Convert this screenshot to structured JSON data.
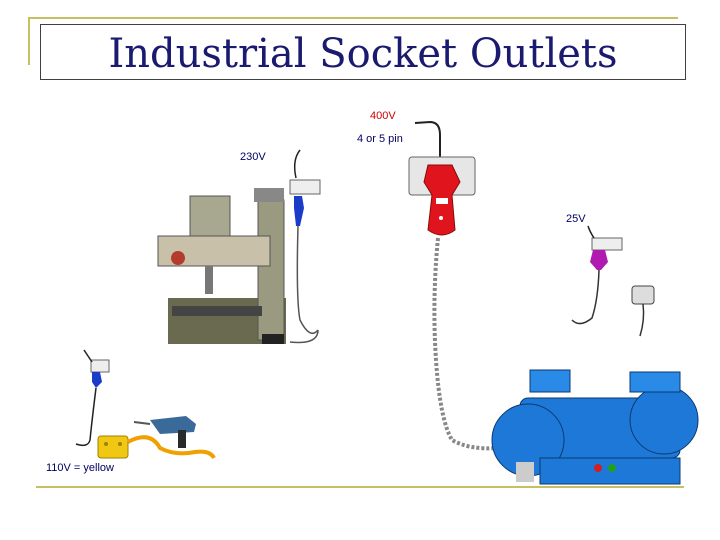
{
  "slide": {
    "title": "Industrial Socket Outlets",
    "labels": {
      "v400": "400V",
      "pins": "4 or 5 pin",
      "v230": "230V",
      "v25": "25V",
      "v110": "110V = yellow"
    },
    "colors": {
      "title": "#1a1a70",
      "accent_line": "#c8c060",
      "red_plug": "#e0141c",
      "blue_plug": "#1a3cc8",
      "purple_plug": "#b01ab0",
      "yellow_transformer": "#f0c814",
      "grinder": "#1e78d8"
    },
    "icons": [
      "socket-icon",
      "plug-icon",
      "drill-press-icon",
      "transformer-icon",
      "drill-icon",
      "bench-grinder-icon"
    ]
  }
}
